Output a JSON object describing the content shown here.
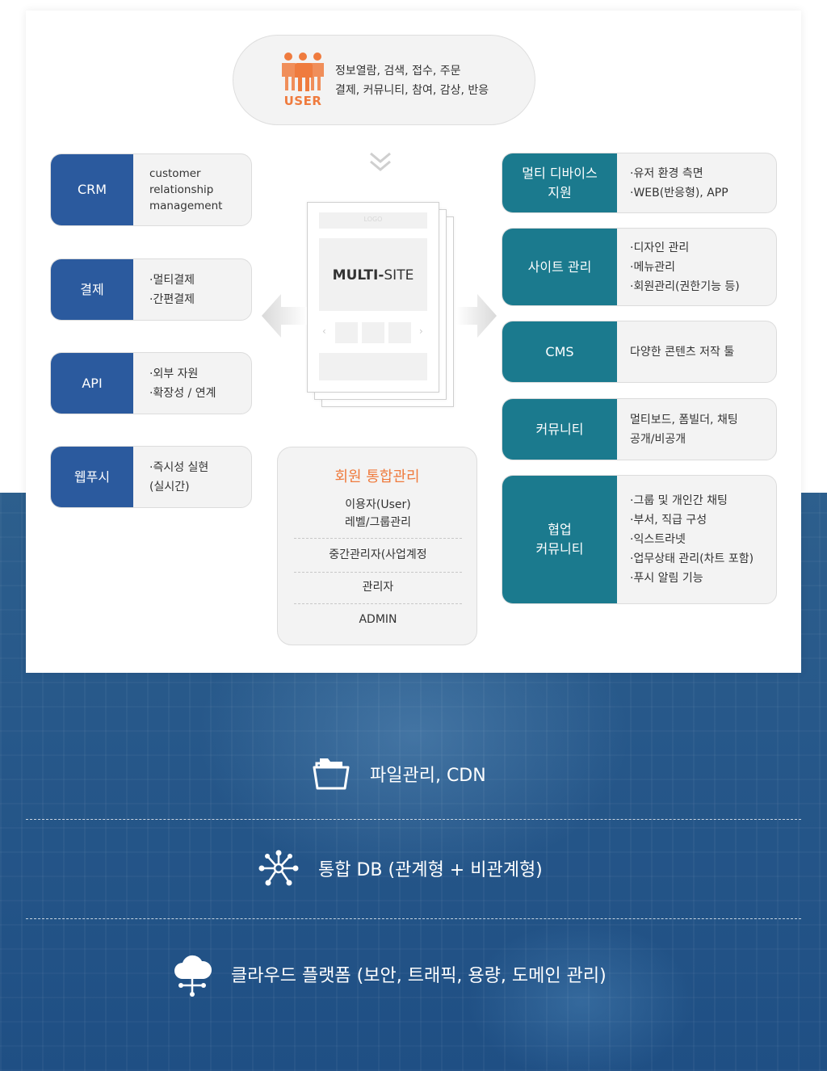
{
  "user": {
    "label": "USER",
    "line1": "정보열람, 검색, 접수, 주문",
    "line2": "결제, 커뮤니티, 참여, 감상, 반응"
  },
  "left_boxes": [
    {
      "label": "CRM",
      "lines": [
        "customer",
        "relationship",
        "management"
      ]
    },
    {
      "label": "결제",
      "lines": [
        "·멀티결제",
        "·간편결제"
      ]
    },
    {
      "label": "API",
      "lines": [
        "·외부 자원",
        "·확장성 / 연계"
      ]
    },
    {
      "label": "웹푸시",
      "lines": [
        "·즉시성 실현",
        " (실시간)"
      ]
    }
  ],
  "right_boxes": [
    {
      "label1": "멀티 디바이스",
      "label2": "지원",
      "lines": [
        "·유저 환경 측면",
        "·WEB(반응형), APP"
      ]
    },
    {
      "label1": "사이트 관리",
      "lines": [
        "·디자인 관리",
        "·메뉴관리",
        "·회원관리(권한기능 등)"
      ]
    },
    {
      "label1": "CMS",
      "lines": [
        "다양한 콘텐츠 저작 툴"
      ]
    },
    {
      "label1": "커뮤니티",
      "lines": [
        "멀티보드, 폼빌더, 채팅",
        "공개/비공개"
      ]
    },
    {
      "label1": "협업",
      "label2": "커뮤니티",
      "lines": [
        "·그룹 및 개인간 채팅",
        "·부서, 직급 구성",
        "·익스트라넷",
        "·업무상태 관리(차트 포함)",
        "·푸시 알림 기능"
      ]
    }
  ],
  "multisite": {
    "logo": "LOGO",
    "title_bold": "MULTI-",
    "title_rest": "SITE"
  },
  "member": {
    "title": "회원 통합관리",
    "row1a": "이용자(User)",
    "row1b": "레벨/그룹관리",
    "row2": "중간관리자(사업계정",
    "row3": "관리자",
    "row4": "ADMIN"
  },
  "bottom": {
    "item1": "파일관리, CDN",
    "item2": "통합 DB (관계형 + 비관계형)",
    "item3": "클라우드 플랫폼 (보안, 트래픽, 용량, 도메인 관리)"
  },
  "icons": [
    "users-icon",
    "chevron-down-icon",
    "arrow-left-icon",
    "arrow-right-icon",
    "folder-icon",
    "network-icon",
    "cloud-icon"
  ],
  "colors": {
    "orange": "#ef7b3e",
    "blue_label": "#2b5a9e",
    "teal_label": "#1b7a8e",
    "bottom_bg": "#27588a"
  }
}
